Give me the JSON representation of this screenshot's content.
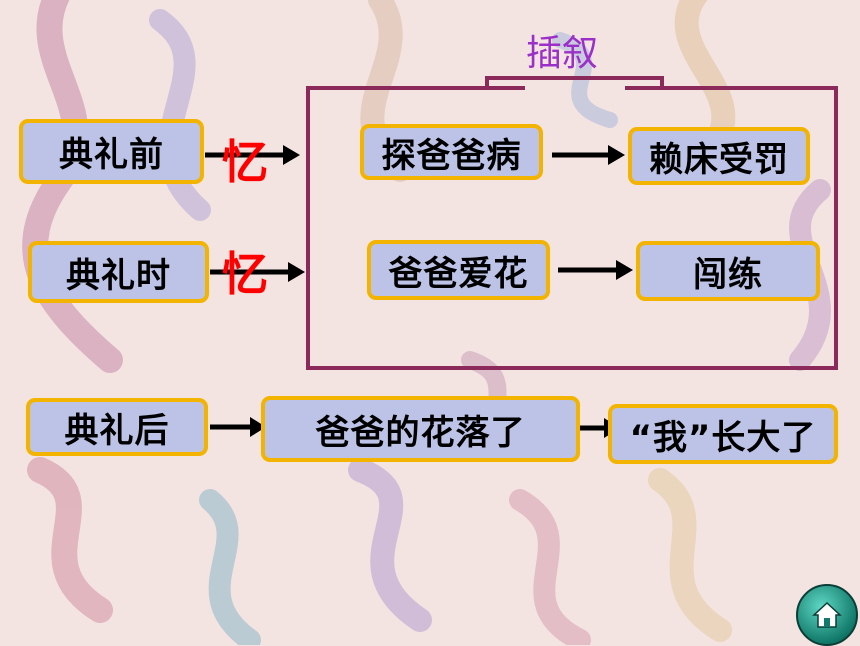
{
  "insert_label": "插叙",
  "recall_mark": "忆",
  "rows": {
    "before": {
      "label": "典礼前",
      "a": "探爸爸病",
      "b": "赖床受罚"
    },
    "during": {
      "label": "典礼时",
      "a": "爸爸爱花",
      "b": "闯练"
    },
    "after": {
      "label": "典礼后",
      "a": "爸爸的花落了",
      "b": "“我”长大了"
    }
  },
  "colors": {
    "box_fill": "#bcc3e6",
    "box_border": "#f2b400",
    "bracket": "#8b2a5a",
    "insert_text": "#9b30c8",
    "recall_text": "#ff0000"
  },
  "icons": {
    "home": "home-icon"
  }
}
